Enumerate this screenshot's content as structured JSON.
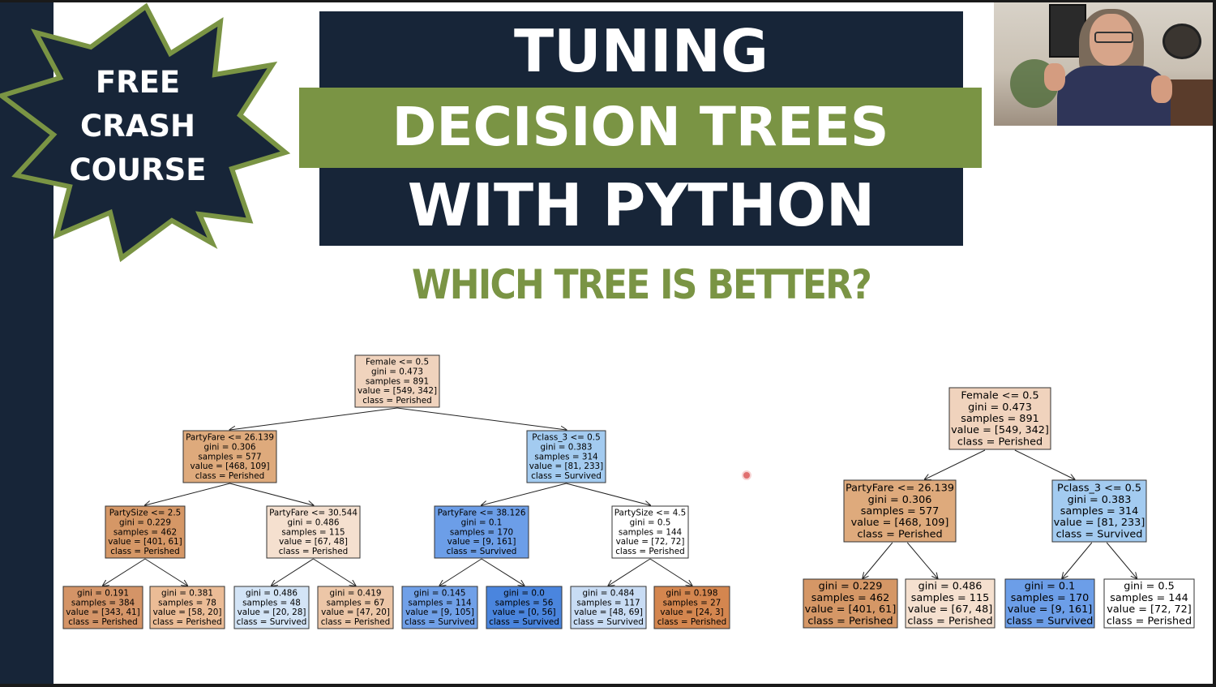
{
  "badge": {
    "lines": [
      "FREE",
      "CRASH",
      "COURSE"
    ]
  },
  "title": {
    "line1": "TUNING",
    "line2": "DECISION TREES",
    "line3": "WITH PYTHON"
  },
  "subtitle": "WHICH TREE IS BETTER?",
  "webcam": {
    "description": "presenter-video"
  },
  "colors": {
    "navy": "#172538",
    "green": "#7a9444",
    "perished_strong": "#e5813a",
    "survived_strong": "#3a8ce5"
  },
  "tree_large": {
    "nodes": [
      {
        "id": "n0",
        "lines": [
          "Female <= 0.5",
          "gini = 0.473",
          "samples = 891",
          "value = [549, 342]",
          "class = Perished"
        ],
        "fill": "#f0d3bd"
      },
      {
        "id": "n1",
        "lines": [
          "PartyFare <= 26.139",
          "gini = 0.306",
          "samples = 577",
          "value = [468, 109]",
          "class = Perished"
        ],
        "fill": "#deaa7c"
      },
      {
        "id": "n2",
        "lines": [
          "Pclass_3 <= 0.5",
          "gini = 0.383",
          "samples = 314",
          "value = [81, 233]",
          "class = Survived"
        ],
        "fill": "#a3cbf0"
      },
      {
        "id": "n3",
        "lines": [
          "PartySize <= 2.5",
          "gini = 0.229",
          "samples = 462",
          "value = [401, 61]",
          "class = Perished"
        ],
        "fill": "#d59766"
      },
      {
        "id": "n4",
        "lines": [
          "PartyFare <= 30.544",
          "gini = 0.486",
          "samples = 115",
          "value = [67, 48]",
          "class = Perished"
        ],
        "fill": "#f5e0cf"
      },
      {
        "id": "n5",
        "lines": [
          "PartyFare <= 38.126",
          "gini = 0.1",
          "samples = 170",
          "value = [9, 161]",
          "class = Survived"
        ],
        "fill": "#6c9ee8"
      },
      {
        "id": "n6",
        "lines": [
          "PartySize <= 4.5",
          "gini = 0.5",
          "samples = 144",
          "value = [72, 72]",
          "class = Perished"
        ],
        "fill": "#ffffff"
      },
      {
        "id": "n7",
        "lines": [
          "gini = 0.191",
          "samples = 384",
          "value = [343, 41]",
          "class = Perished"
        ],
        "fill": "#d49467"
      },
      {
        "id": "n8",
        "lines": [
          "gini = 0.381",
          "samples = 78",
          "value = [58, 20]",
          "class = Perished"
        ],
        "fill": "#ebbc96"
      },
      {
        "id": "n9",
        "lines": [
          "gini = 0.486",
          "samples = 48",
          "value = [20, 28]",
          "class = Survived"
        ],
        "fill": "#d3e4f6"
      },
      {
        "id": "n10",
        "lines": [
          "gini = 0.419",
          "samples = 67",
          "value = [47, 20]",
          "class = Perished"
        ],
        "fill": "#ecc6a7"
      },
      {
        "id": "n11",
        "lines": [
          "gini = 0.145",
          "samples = 114",
          "value = [9, 105]",
          "class = Survived"
        ],
        "fill": "#70a0e8"
      },
      {
        "id": "n12",
        "lines": [
          "gini = 0.0",
          "samples = 56",
          "value = [0, 56]",
          "class = Survived"
        ],
        "fill": "#4a85de"
      },
      {
        "id": "n13",
        "lines": [
          "gini = 0.484",
          "samples = 117",
          "value = [48, 69]",
          "class = Survived"
        ],
        "fill": "#c8dcf4"
      },
      {
        "id": "n14",
        "lines": [
          "gini = 0.198",
          "samples = 27",
          "value = [24, 3]",
          "class = Perished"
        ],
        "fill": "#d4864f"
      }
    ]
  },
  "tree_small": {
    "nodes": [
      {
        "id": "m0",
        "lines": [
          "Female <= 0.5",
          "gini = 0.473",
          "samples = 891",
          "value = [549, 342]",
          "class = Perished"
        ],
        "fill": "#f0d3bd"
      },
      {
        "id": "m1",
        "lines": [
          "PartyFare <= 26.139",
          "gini = 0.306",
          "samples = 577",
          "value = [468, 109]",
          "class = Perished"
        ],
        "fill": "#deaa7c"
      },
      {
        "id": "m2",
        "lines": [
          "Pclass_3 <= 0.5",
          "gini = 0.383",
          "samples = 314",
          "value = [81, 233]",
          "class = Survived"
        ],
        "fill": "#a3cbf0"
      },
      {
        "id": "m3",
        "lines": [
          "gini = 0.229",
          "samples = 462",
          "value = [401, 61]",
          "class = Perished"
        ],
        "fill": "#d59766"
      },
      {
        "id": "m4",
        "lines": [
          "gini = 0.486",
          "samples = 115",
          "value = [67, 48]",
          "class = Perished"
        ],
        "fill": "#f5e0cf"
      },
      {
        "id": "m5",
        "lines": [
          "gini = 0.1",
          "samples = 170",
          "value = [9, 161]",
          "class = Survived"
        ],
        "fill": "#6c9ee8"
      },
      {
        "id": "m6",
        "lines": [
          "gini = 0.5",
          "samples = 144",
          "value = [72, 72]",
          "class = Perished"
        ],
        "fill": "#ffffff"
      }
    ]
  }
}
